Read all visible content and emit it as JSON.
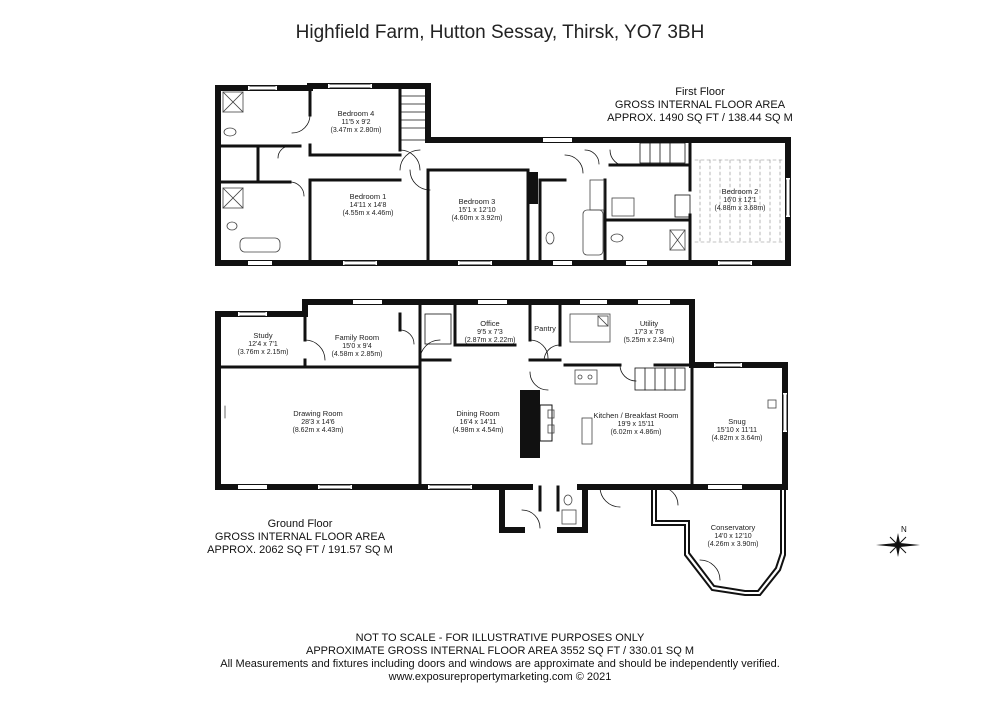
{
  "title": "Highfield Farm, Hutton Sessay, Thirsk, YO7 3BH",
  "first_floor": {
    "heading": "First Floor",
    "area_label": "GROSS INTERNAL FLOOR AREA",
    "area_value": "APPROX. 1490 SQ FT / 138.44 SQ M",
    "rooms": [
      {
        "name": "Bedroom 4",
        "imperial": "11'5 x 9'2",
        "metric": "(3.47m x 2.80m)"
      },
      {
        "name": "Bedroom 1",
        "imperial": "14'11 x 14'8",
        "metric": "(4.55m x 4.46m)"
      },
      {
        "name": "Bedroom 3",
        "imperial": "15'1 x 12'10",
        "metric": "(4.60m x 3.92m)"
      },
      {
        "name": "Bedroom 2",
        "imperial": "16'0 x 12'1",
        "metric": "(4.88m x 3.68m)"
      }
    ]
  },
  "ground_floor": {
    "heading": "Ground Floor",
    "area_label": "GROSS INTERNAL FLOOR AREA",
    "area_value": "APPROX. 2062 SQ FT / 191.57 SQ M",
    "rooms": [
      {
        "name": "Study",
        "imperial": "12'4 x 7'1",
        "metric": "(3.76m x 2.15m)"
      },
      {
        "name": "Family Room",
        "imperial": "15'0 x 9'4",
        "metric": "(4.58m x 2.85m)"
      },
      {
        "name": "Office",
        "imperial": "9'5 x 7'3",
        "metric": "(2.87m x 2.22m)"
      },
      {
        "name": "Pantry",
        "imperial": "",
        "metric": ""
      },
      {
        "name": "Utility",
        "imperial": "17'3 x 7'8",
        "metric": "(5.25m x 2.34m)"
      },
      {
        "name": "Drawing Room",
        "imperial": "28'3 x 14'6",
        "metric": "(8.62m x 4.43m)"
      },
      {
        "name": "Dining Room",
        "imperial": "16'4 x 14'11",
        "metric": "(4.98m x 4.54m)"
      },
      {
        "name": "Kitchen / Breakfast Room",
        "imperial": "19'9 x 15'11",
        "metric": "(6.02m x 4.86m)"
      },
      {
        "name": "Snug",
        "imperial": "15'10 x 11'11",
        "metric": "(4.82m x 3.64m)"
      },
      {
        "name": "Conservatory",
        "imperial": "14'0 x 12'10",
        "metric": "(4.26m x 3.90m)"
      }
    ]
  },
  "compass": {
    "label": "N",
    "icon": "compass-icon"
  },
  "footer": {
    "line1": "NOT TO SCALE - FOR ILLUSTRATIVE PURPOSES ONLY",
    "line2": "APPROXIMATE GROSS INTERNAL FLOOR AREA 3552 SQ FT / 330.01 SQ M",
    "line3": "All Measurements and fixtures including doors and windows are approximate and should be independently verified.",
    "line4": "www.exposurepropertymarketing.com © 2021"
  },
  "colors": {
    "wall": "#111111",
    "background": "#ffffff",
    "fixture": "#888888"
  }
}
